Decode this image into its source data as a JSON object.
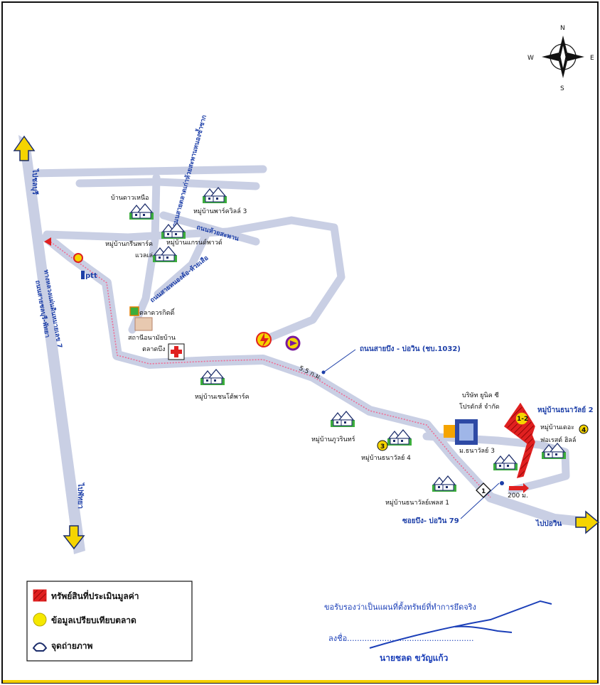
{
  "compass": {
    "n": "N",
    "s": "S",
    "e": "E",
    "w": "W"
  },
  "directions": {
    "top_left": "ไปชลบุรี",
    "bottom_left": "ไปพัทยา",
    "right": "ไปบ่อวิน"
  },
  "roads": {
    "highway": "ทางหลวงแผ่นดินหมายเลข 7",
    "highway_alt": "ถนนสายชลบุรี-พัทยา",
    "main": "ถนนสายบึง - บ่อวิน (ชบ.1032)",
    "soi": "ซอยบึง- บ่อวิน 79",
    "road_a": "ถนนห้วยสะพาน",
    "road_b": "ถนนสายตลาดเก่าห้วยสะพานหนองซ้ำซาก",
    "road_c": "ถนนสายหนองค้อ-ห้วยเสือ"
  },
  "places": {
    "village_north": "บ้านดาวเหนือ",
    "park_ville": "หมู่บ้านพาร์ควิลล์ 3",
    "green_park": "หมู่บ้านกรีนพาร์ค",
    "green_park_2": "แวลเล่",
    "grand_view": "หมู่บ้านแกรนด์พาวด์",
    "ptt": "ptt",
    "market": "ตลาดวรกิตติ์",
    "health": "สถานีอนามัยบ้าน",
    "health_2": "ตลาดบึง",
    "chain_park": "หมู่บ้านเชนโต้พาร์ค",
    "phuwarin": "หมู่บ้านภูวรินทร์",
    "thanawan4": "หมู่บ้านธนาวัลย์ 4",
    "thanawan3": "ม.ธนาวัลย์ 3",
    "thanawan2": "หมู่บ้านธนาวัลย์ 2",
    "forest_hill": "หมู่บ้านเดอะ",
    "forest_hill_2": "ฟอเรสต์ ฮิลล์",
    "thanawan_plus1": "หมู่บ้านธนาวัลย์เพลส 1",
    "company": "บริษัท ยูนิค ซี",
    "company_2": "โปรดักส์ จำกัด"
  },
  "markers": {
    "m1": "1",
    "m3": "3",
    "m4": "4",
    "parcel": "1-2",
    "dist_main": "5.5 ก.ม.",
    "dist_soi": "200 ม."
  },
  "legend": {
    "subject": "ทรัพย์สินที่ประเมินมูลค่า",
    "comparable": "ข้อมูลเปรียบเทียบตลาด",
    "photo": "จุดถ่ายภาพ"
  },
  "certification": {
    "statement": "ขอรับรองว่าเป็นแผนที่ตั้งทรัพย์ที่ทำการยึดจริง",
    "sign_label": "ลงชื่อ...................................................",
    "signer": "นายชลด ขวัญแก้ว"
  },
  "colors": {
    "road_blue": "#1d3fa8",
    "road_gray": "#c9cfe4",
    "subject_red": "#e02020",
    "comparable_yellow": "#f5e800",
    "pink_route": "#ee6e95"
  }
}
